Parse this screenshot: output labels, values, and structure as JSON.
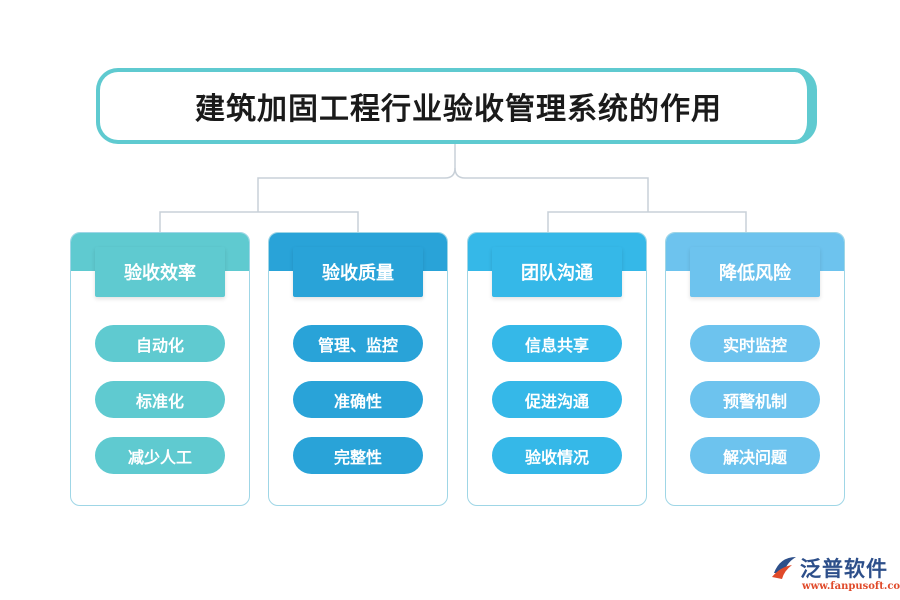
{
  "title": "建筑加固工程行业验收管理系统的作用",
  "categories": [
    {
      "label": "验收效率",
      "color": "#5fcad0",
      "band": "#5fcad0",
      "items": [
        "自动化",
        "标准化",
        "减少人工"
      ]
    },
    {
      "label": "验收质量",
      "color": "#29a3d8",
      "band": "#29a3d8",
      "items": [
        "管理、监控",
        "准确性",
        "完整性"
      ]
    },
    {
      "label": "团队沟通",
      "color": "#35b8e8",
      "band": "#35b8e8",
      "items": [
        "信息共享",
        "促进沟通",
        "验收情况"
      ]
    },
    {
      "label": "降低风险",
      "color": "#6dc3ee",
      "band": "#6dc3ee",
      "items": [
        "实时监控",
        "预警机制",
        "解决问题"
      ]
    }
  ],
  "brand": {
    "name": "泛普软件",
    "url": "www.fanpusoft.com"
  }
}
